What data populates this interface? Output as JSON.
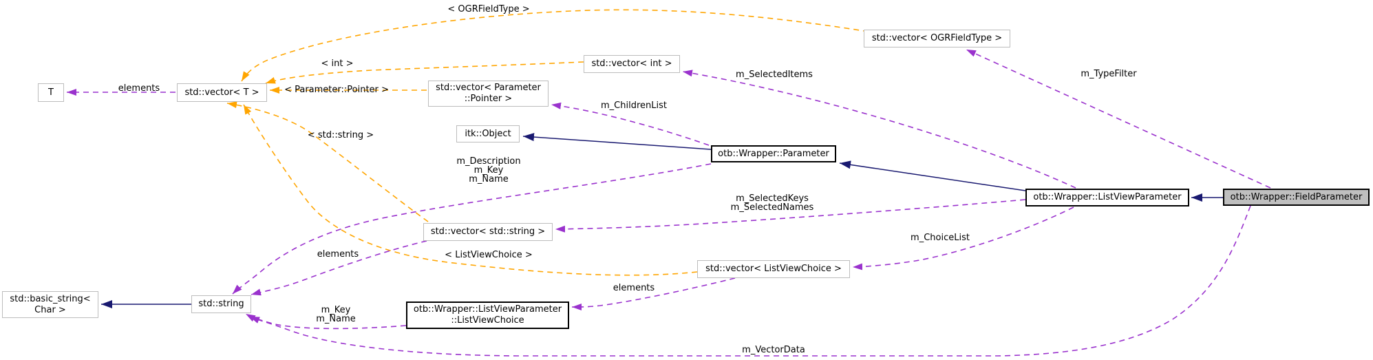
{
  "nodes": {
    "t": {
      "label": "T"
    },
    "vector_t": {
      "label": "std::vector< T >"
    },
    "vector_ogrfieldtype": {
      "label": "std::vector< OGRFieldType >"
    },
    "vector_int": {
      "label": "std::vector< int >"
    },
    "vector_parameter_pointer": {
      "line1": "std::vector< Parameter",
      "line2": "::Pointer >"
    },
    "itk_object": {
      "label": "itk::Object"
    },
    "parameter": {
      "label": "otb::Wrapper::Parameter"
    },
    "listviewparameter": {
      "label": "otb::Wrapper::ListViewParameter"
    },
    "fieldparameter": {
      "label": "otb::Wrapper::FieldParameter"
    },
    "vector_string": {
      "label": "std::vector< std::string >"
    },
    "vector_listviewchoice": {
      "label": "std::vector< ListViewChoice >"
    },
    "basic_string": {
      "line1": "std::basic_string<",
      "line2": "Char >"
    },
    "std_string": {
      "label": "std::string"
    },
    "listviewchoice": {
      "line1": "otb::Wrapper::ListViewParameter",
      "line2": "::ListViewChoice"
    }
  },
  "edge_labels": {
    "template_ogrfieldtype": "< OGRFieldType >",
    "template_int": "< int >",
    "template_parameter_pointer": "< Parameter::Pointer >",
    "template_std_string": "< std::string >",
    "template_listviewchoice": "< ListViewChoice >",
    "elements": "elements",
    "m_selected_items": "m_SelectedItems",
    "m_type_filter": "m_TypeFilter",
    "m_children_list": "m_ChildrenList",
    "m_description": "m_Description",
    "m_key": "m_Key",
    "m_name": "m_Name",
    "m_selected_keys": "m_SelectedKeys",
    "m_selected_names": "m_SelectedNames",
    "m_choice_list": "m_ChoiceList",
    "m_vector_data": "m_VectorData"
  },
  "colors": {
    "template_edge": "#ffa500",
    "usage_edge": "#9a32cd",
    "inheritance_edge": "#191970",
    "node_border": "#bcbcbc",
    "emphasis_border": "#000000",
    "highlight_fill": "#bfbfbf",
    "background": "#ffffff"
  }
}
